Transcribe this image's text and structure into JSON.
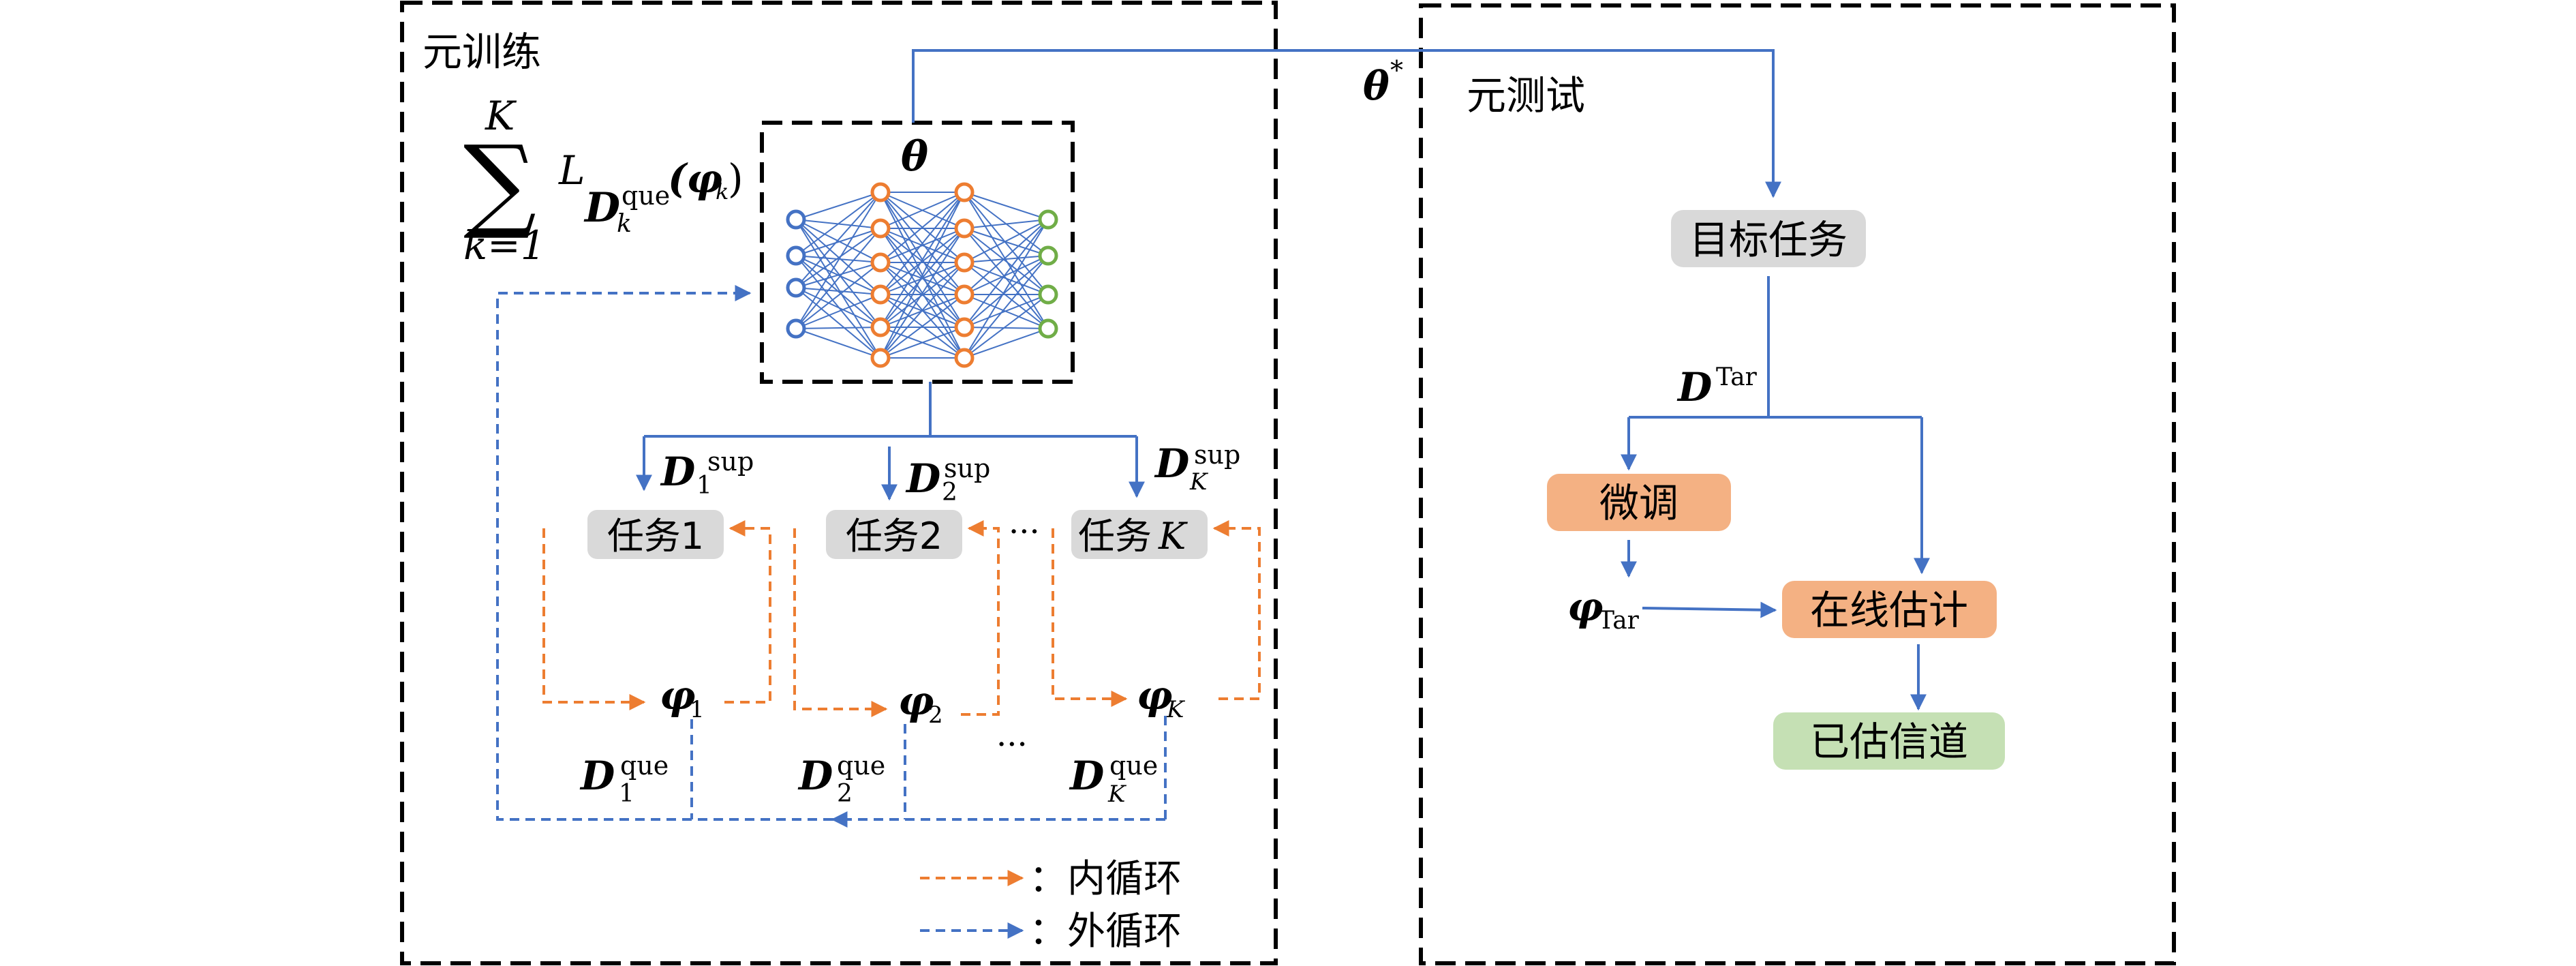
{
  "panels": {
    "meta_train_label": "元训练",
    "meta_test_label": "元测试"
  },
  "loss": {
    "sum_symbol": "∑",
    "upper_limit": "K",
    "lower_limit": "k=1",
    "L": "L",
    "D": "D",
    "sub_k": "k",
    "sup_que": "que",
    "phi": "(φ",
    "phi_sub": "k",
    "close": ")"
  },
  "network": {
    "param": "θ",
    "input_color": "#4472c4",
    "hidden_color": "#ed7d31",
    "output_color": "#70ad47"
  },
  "theta_star": {
    "base": "θ",
    "sup": "*"
  },
  "tasks": [
    {
      "label": "任务1",
      "sup_D": "D",
      "sup_sub": "1",
      "sup_sup": "sup",
      "phi": "φ",
      "phi_sub": "1",
      "que_D": "D",
      "que_sub": "1",
      "que_sup": "que"
    },
    {
      "label": "任务2",
      "sup_D": "D",
      "sup_sub": "2",
      "sup_sup": "sup",
      "phi": "φ",
      "phi_sub": "2",
      "que_D": "D",
      "que_sub": "2",
      "que_sup": "que"
    },
    {
      "label": "任务",
      "label_K": "K",
      "sup_D": "D",
      "sup_sub": "K",
      "sup_sup": "sup",
      "phi": "φ",
      "phi_sub": "K",
      "que_D": "D",
      "que_sub": "K",
      "que_sup": "que"
    }
  ],
  "ellipsis": "···",
  "legend": {
    "inner_label": "：内循环",
    "outer_label": "：外循环"
  },
  "test": {
    "target_task": "目标任务",
    "d_tar_D": "D",
    "d_tar_sup": "Tar",
    "finetune": "微调",
    "phi_tar": "φ",
    "phi_tar_sub": "Tar",
    "online_est": "在线估计",
    "estimated_channel": "已估信道"
  },
  "colors": {
    "blue": "#4472c4",
    "orange": "#ed7d31",
    "gray_box": "#d9d9d9",
    "orange_box": "#f4b183",
    "green_box": "#c5e0b4"
  }
}
